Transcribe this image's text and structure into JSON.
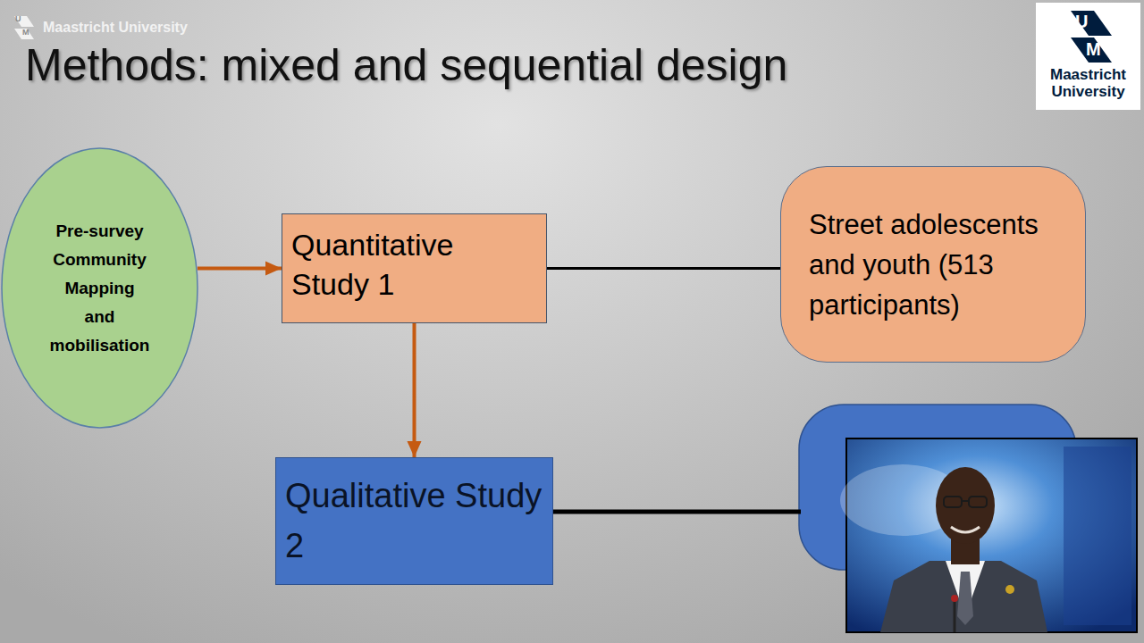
{
  "diagram": {
    "title": "Methods: mixed and sequential design",
    "nodes": [
      {
        "text": [
          "Pre-survey Community Mapping and mobilisation"
        ]
      },
      {
        "text": [
          "Quantitative Study 1"
        ]
      },
      {
        "text": [
          "Street adolescents and youth (513 participants)"
        ]
      },
      {
        "text": [
          "Qualitative Study 2"
        ]
      }
    ],
    "edges": [
      {
        "from": 0,
        "to": 1,
        "arrow": "to"
      },
      {
        "from": 1,
        "to": 2,
        "arrow": "none"
      },
      {
        "from": 1,
        "to": 3,
        "arrow": "to"
      }
    ],
    "labels": [
      "U",
      "M",
      "Maastricht University",
      "U",
      "M",
      "Maastricht University"
    ]
  }
}
